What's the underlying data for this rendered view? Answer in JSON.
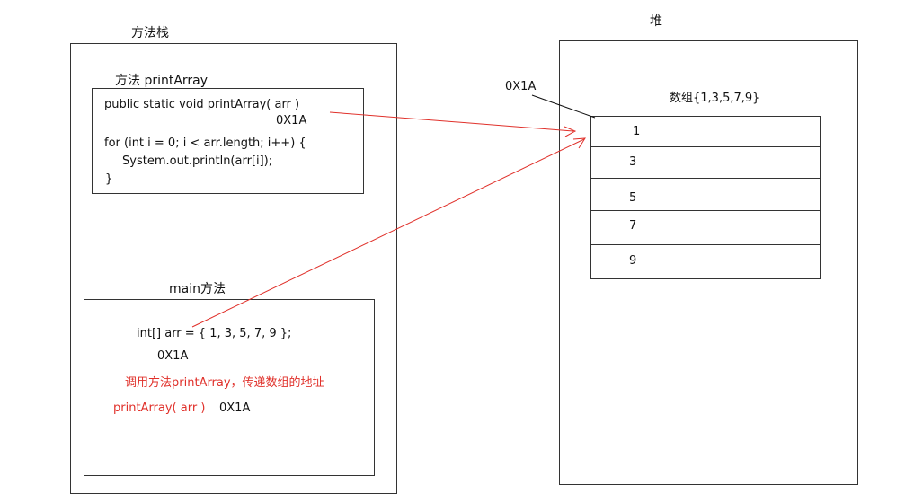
{
  "stack": {
    "title": "方法栈",
    "print_method": {
      "title": "方法 printArray",
      "signature": "public static void printArray( arr )",
      "address": "0X1A",
      "for_line": "for (int i = 0; i < arr.length; i++) {",
      "println_line": "System.out.println(arr[i]);",
      "close_brace": "}"
    },
    "main_method": {
      "title": "main方法",
      "decl": "int[] arr = { 1, 3, 5, 7, 9 };",
      "address": "0X1A",
      "comment": "调用方法printArray，传递数组的地址",
      "call": "printArray( arr )",
      "call_address": "0X1A"
    }
  },
  "heap": {
    "title": "堆",
    "address_label": "0X1A",
    "array_label": "数组{1,3,5,7,9}",
    "cells": [
      "1",
      "3",
      "5",
      "7",
      "9"
    ]
  },
  "colors": {
    "arrow": "#e0302a",
    "highlight": "#e0302a",
    "border": "#333333"
  }
}
